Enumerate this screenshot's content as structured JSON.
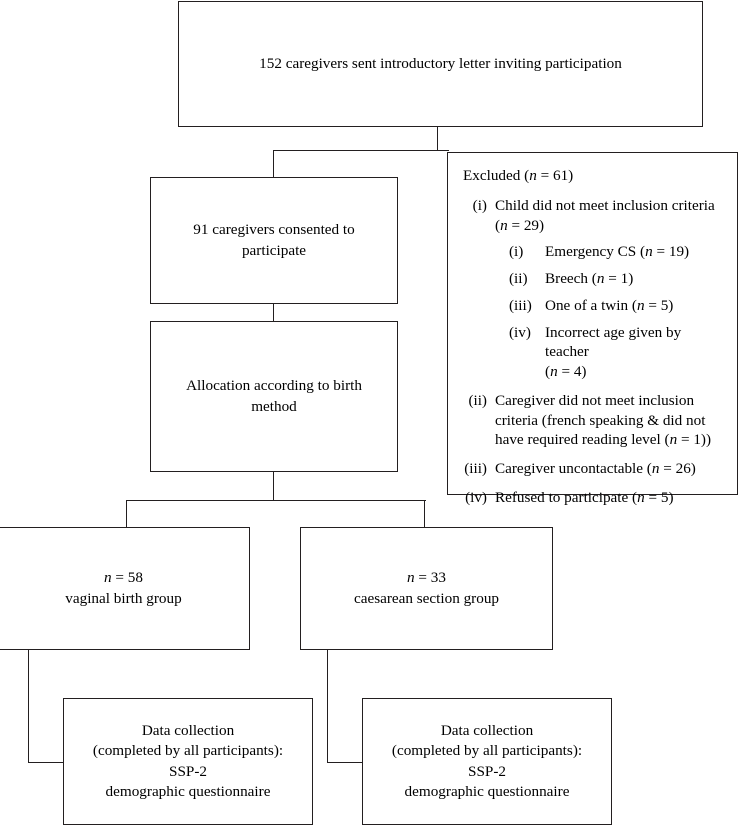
{
  "figure": {
    "type": "flowchart",
    "kind": "participant-flow-diagram",
    "line_color": "#231f20",
    "background": "#ffffff"
  },
  "nodes": {
    "top": {
      "id": "invitation-box",
      "lines": [
        "152 caregivers sent introductory letter inviting participation"
      ]
    },
    "consented": {
      "id": "consented-box",
      "lines": [
        "91 caregivers consented to",
        "participate"
      ]
    },
    "allocation": {
      "id": "allocation-box",
      "lines": [
        "Allocation according to birth",
        "method"
      ]
    },
    "vaginal_group": {
      "id": "vaginal-birth-group-box",
      "n_label": "n",
      "n_equals": " = 58",
      "lines": [
        "vaginal birth group"
      ]
    },
    "caesarean_group": {
      "id": "caesarean-section-group-box",
      "n_label": "n",
      "n_equals": " = 33",
      "lines": [
        "caesarean section group"
      ]
    },
    "data_collection_left": {
      "id": "data-collection-box-vaginal",
      "lines": [
        "Data collection",
        "(completed by all participants):",
        "SSP-2",
        "demographic questionnaire"
      ]
    },
    "data_collection_right": {
      "id": "data-collection-box-caesarean",
      "lines": [
        "Data collection",
        "(completed by all participants):",
        "SSP-2",
        "demographic questionnaire"
      ]
    }
  },
  "excluded": {
    "heading_pre": "Excluded (",
    "heading_n": "n",
    "heading_post": " = 61)",
    "items": [
      {
        "mark": "(i)",
        "text_pre": "Child did not meet inclusion criteria",
        "cont_pre": "(",
        "cont_n": "n",
        "cont_post": " = 29)",
        "subitems": [
          {
            "mark": "(i)",
            "text_pre": "Emergency CS (",
            "n": "n",
            "text_post": " = 19)"
          },
          {
            "mark": "(ii)",
            "text_pre": "Breech (",
            "n": "n",
            "text_post": " = 1)"
          },
          {
            "mark": "(iii)",
            "text_pre": "One of a twin (",
            "n": "n",
            "text_post": " = 5)"
          },
          {
            "mark": "(iv)",
            "text_pre": "Incorrect age given by teacher",
            "cont_pre": "(",
            "cont_n": "n",
            "cont_post": " = 4)"
          }
        ]
      },
      {
        "mark": "(ii)",
        "text_pre": "Caregiver did not meet inclusion",
        "line2": "criteria (french speaking & did not",
        "line3_pre": "have required reading level (",
        "line3_n": "n",
        "line3_post": " = 1))"
      },
      {
        "mark": "(iii)",
        "text_pre": "Caregiver uncontactable (",
        "n": "n",
        "text_post": " = 26)"
      },
      {
        "mark": "(iv)",
        "text_pre": "Refused to participate (",
        "n": "n",
        "text_post": " = 5)"
      }
    ]
  }
}
